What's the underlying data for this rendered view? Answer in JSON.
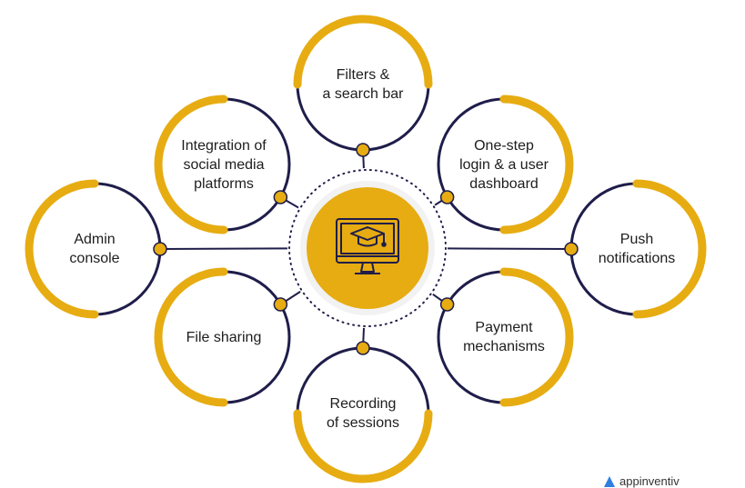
{
  "colors": {
    "accent": "#E6AC12",
    "outline": "#1F1D4A",
    "text": "#1D1D1D",
    "hub_ring": "#F2F2F2"
  },
  "center": {
    "icon": "monitor-graduation-cap-icon"
  },
  "nodes": [
    {
      "id": "filters",
      "label": "Filters &\na search bar"
    },
    {
      "id": "one-step-login",
      "label": "One-step\nlogin & a user\ndashboard"
    },
    {
      "id": "push-notifications",
      "label": "Push\nnotifications"
    },
    {
      "id": "payment",
      "label": "Payment\nmechanisms"
    },
    {
      "id": "recording",
      "label": "Recording\nof sessions"
    },
    {
      "id": "file-sharing",
      "label": "File sharing"
    },
    {
      "id": "admin-console",
      "label": "Admin\nconsole"
    },
    {
      "id": "social-integration",
      "label": "Integration of\nsocial media\nplatforms"
    }
  ],
  "brand": {
    "text": "appinventiv",
    "icon": "appinventiv-logo-icon"
  }
}
